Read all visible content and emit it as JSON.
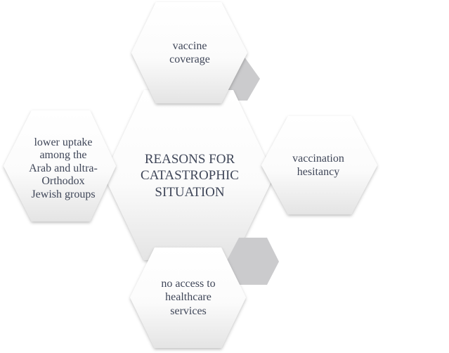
{
  "center": {
    "lines": [
      "REASONS FOR",
      "CATASTROPHIC",
      "SITUATION"
    ]
  },
  "top": {
    "lines": [
      "vaccine",
      "coverage"
    ]
  },
  "left": {
    "lines": [
      "lower uptake",
      "among the",
      "Arab and ultra-",
      "Orthodox",
      "Jewish groups"
    ]
  },
  "right": {
    "lines": [
      "vaccination",
      "hesitancy"
    ]
  },
  "bottom": {
    "lines": [
      "no access to",
      "healthcare",
      "services"
    ]
  },
  "colors": {
    "text": "#3f4658",
    "accent_gray": "#cbcbcd",
    "hex_fill_top": "#ffffff",
    "hex_fill_bottom": "#e6e6e6"
  }
}
